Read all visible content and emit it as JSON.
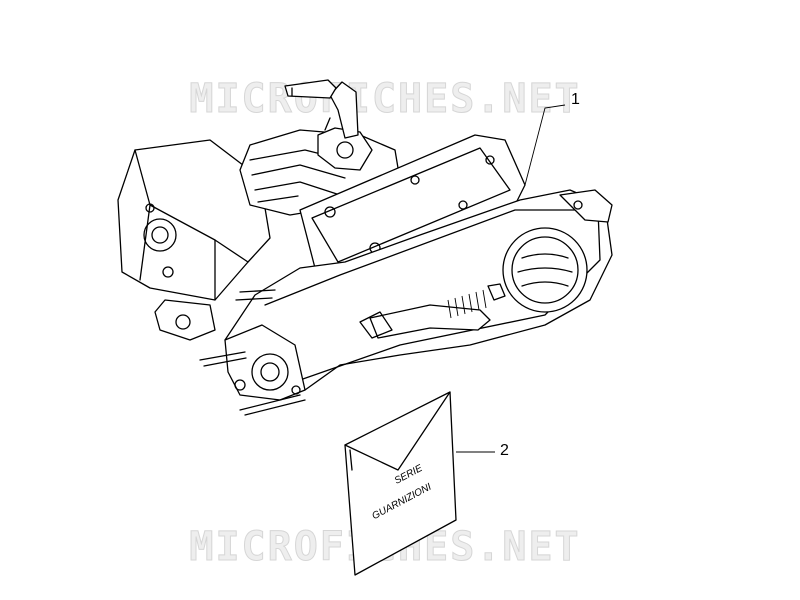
{
  "watermark": {
    "top": "MICROFICHES.NET",
    "bottom": "MICROFICHES.NET"
  },
  "callouts": [
    {
      "number": "1"
    },
    {
      "number": "2"
    }
  ],
  "envelope": {
    "line1": "SERIE",
    "line2": "GUARNIZIONI"
  }
}
